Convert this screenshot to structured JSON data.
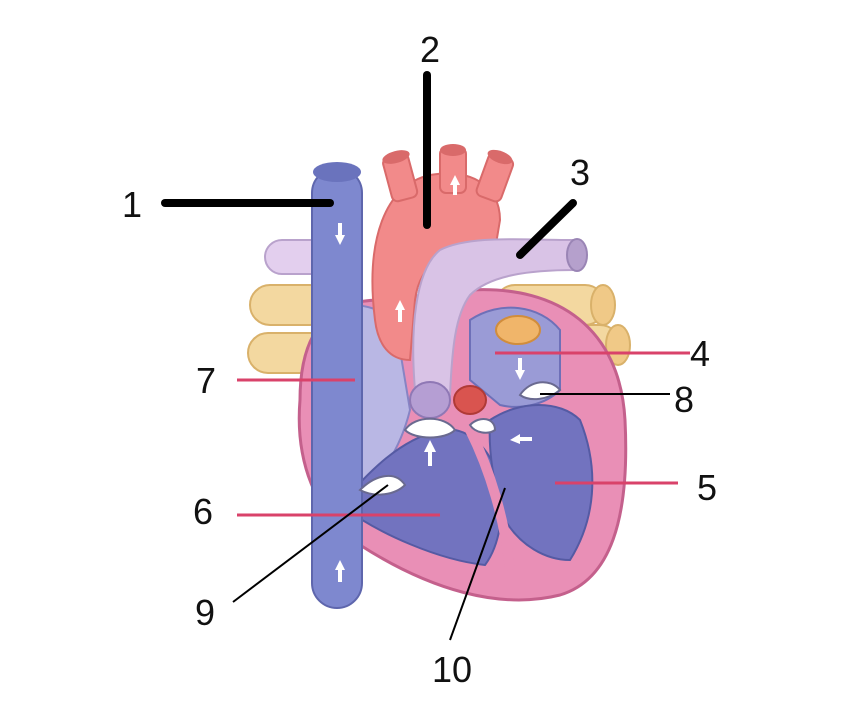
{
  "diagram": {
    "labels": [
      "1",
      "2",
      "3",
      "4",
      "5",
      "6",
      "7",
      "8",
      "9",
      "10"
    ]
  },
  "colors": {
    "background": "#ffffff",
    "aorta": "#f28a8a",
    "aorta_dark": "#d96a6a",
    "vena_cava": "#7e88cf",
    "pulmonary_artery": "#d9c3e6",
    "pulmonary_vein": "#f3d8a0",
    "heart_wall": "#e98fb6",
    "right_atrium": "#b9b7e4",
    "ventricle": "#7273bf",
    "left_atrium": "#9a9bd6",
    "leader_thick": "#000000",
    "leader_red": "#d9426a"
  }
}
